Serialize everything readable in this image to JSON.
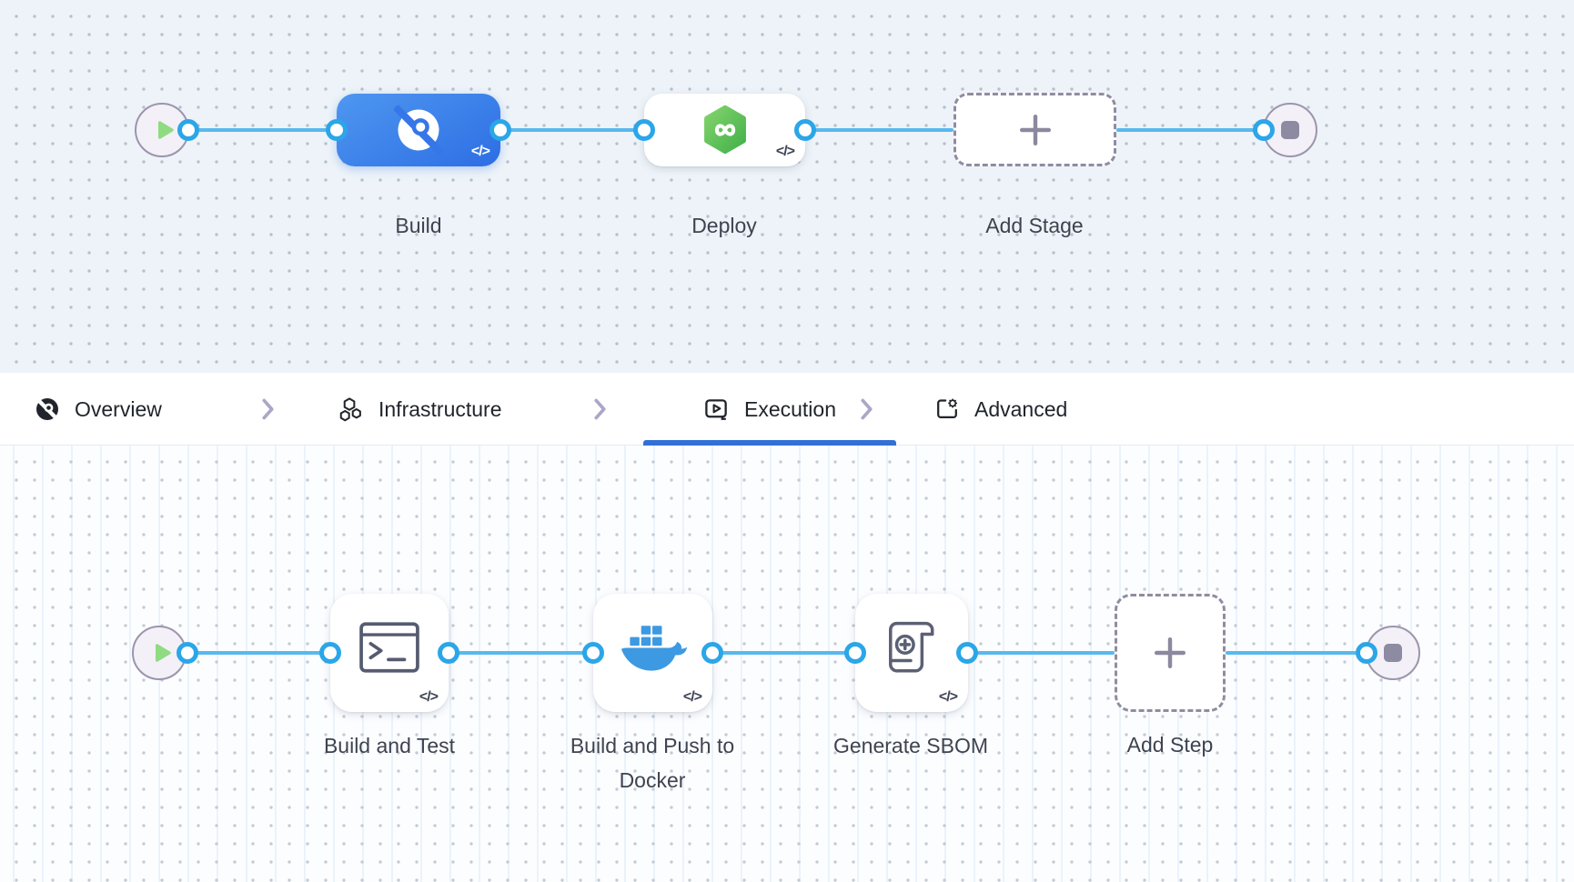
{
  "stage_pipeline": {
    "stages": [
      {
        "label": "Build",
        "icon": "ci-build-icon",
        "code_badge": "</>"
      },
      {
        "label": "Deploy",
        "icon": "cd-deploy-icon",
        "code_badge": "</>"
      },
      {
        "label": "Add Stage",
        "icon": "plus-icon"
      }
    ]
  },
  "config_tabs": {
    "items": [
      {
        "label": "Overview",
        "icon": "overview-icon",
        "active": false
      },
      {
        "label": "Infrastructure",
        "icon": "infrastructure-icon",
        "active": false
      },
      {
        "label": "Execution",
        "icon": "execution-icon",
        "active": true
      },
      {
        "label": "Advanced",
        "icon": "advanced-icon",
        "active": false
      }
    ]
  },
  "execution_pipeline": {
    "steps": [
      {
        "label": "Build and Test",
        "icon": "terminal-icon",
        "code_badge": "</>"
      },
      {
        "label": "Build and Push to Docker",
        "icon": "docker-icon",
        "code_badge": "</>"
      },
      {
        "label": "Generate SBOM",
        "icon": "sbom-scroll-icon",
        "code_badge": "</>"
      },
      {
        "label": "Add Step",
        "icon": "plus-icon"
      }
    ]
  },
  "colors": {
    "active_tab_underline": "#3270d6",
    "connector_blue": "#58b9ee",
    "connector_dot_ring": "#2ba6e8",
    "stage_blue_gradient_start": "#4e97f0",
    "stage_blue_gradient_end": "#2d6ee4",
    "deploy_green_gradient_start": "#83d36b",
    "deploy_green_gradient_end": "#43b14b",
    "docker_blue": "#3d99e2",
    "start_play_green": "#8fdb82",
    "stop_square_gray": "#8d8ba2",
    "canvas_top_bg": "#edf3f8",
    "canvas_bottom_bg": "#fcfdff",
    "label_text": "#3e4350",
    "tab_text": "#1f242b"
  }
}
